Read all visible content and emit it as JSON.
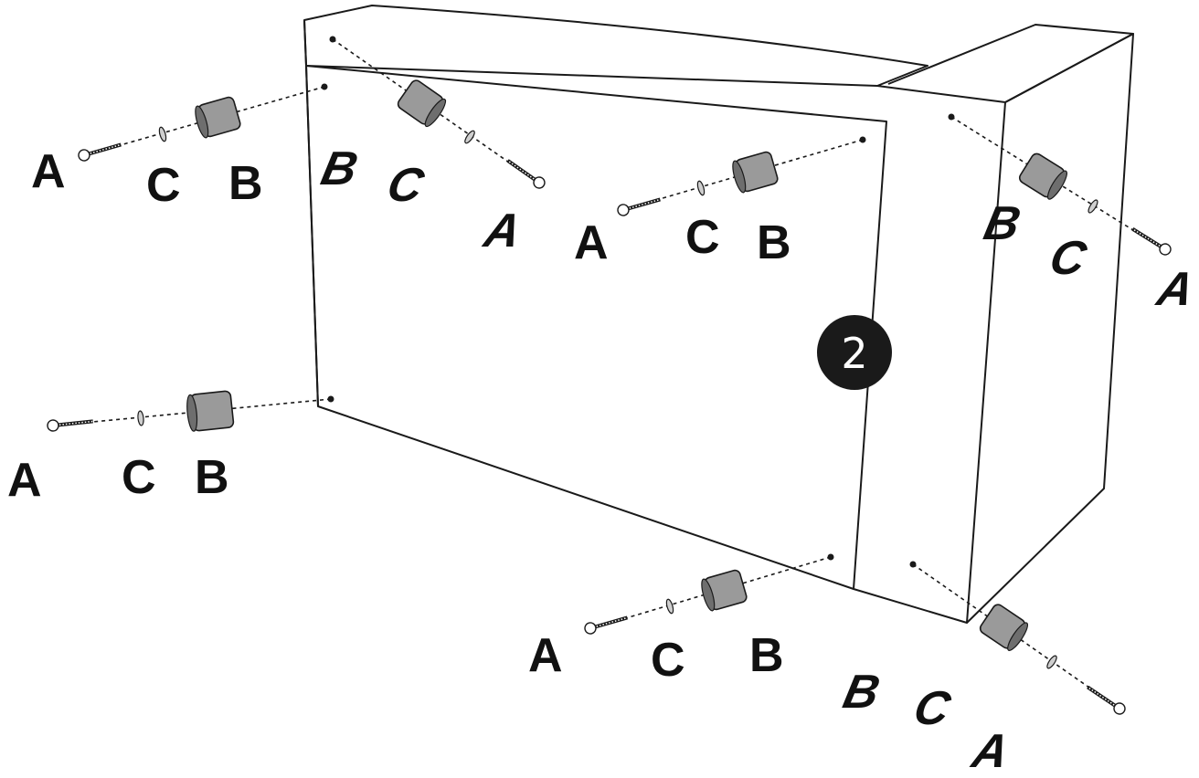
{
  "step": {
    "number": "2",
    "color": "#1a1a1a"
  },
  "colors": {
    "line": "#1a1a1a",
    "spacer": "#9a9a9a",
    "spacer_dark": "#6e6e6e",
    "washer": "#cfcfcf"
  },
  "assemblies": [
    {
      "id": "front-top-left",
      "labels": {
        "A": "A",
        "C": "C",
        "B": "B"
      }
    },
    {
      "id": "front-top-center",
      "labels": {
        "A": "A",
        "C": "C",
        "B": "B"
      }
    },
    {
      "id": "front-top-right",
      "labels": {
        "A": "A",
        "C": "C",
        "B": "B"
      }
    },
    {
      "id": "front-bottom-left",
      "labels": {
        "A": "A",
        "C": "C",
        "B": "B"
      }
    },
    {
      "id": "front-bottom-right",
      "labels": {
        "A": "A",
        "C": "C",
        "B": "B"
      }
    },
    {
      "id": "side-top",
      "labels": {
        "A": "A",
        "C": "C",
        "B": "B"
      }
    },
    {
      "id": "side-bottom",
      "labels": {
        "A": "A",
        "C": "C",
        "B": "B"
      }
    }
  ]
}
